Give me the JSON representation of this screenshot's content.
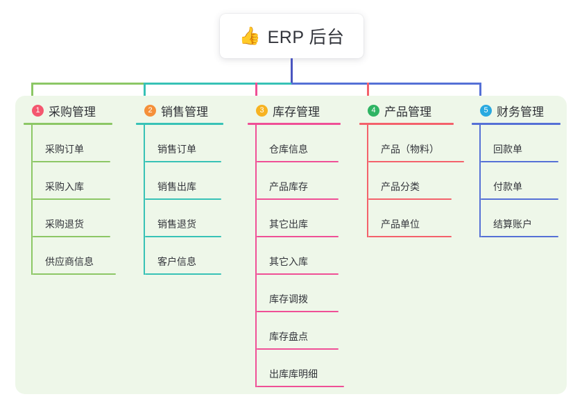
{
  "root": {
    "icon": "thumbs-up-icon",
    "icon_glyph": "👍",
    "title": "ERP 后台"
  },
  "palette": {
    "panel_bg": "#eef7e9",
    "page_bg": "#ffffff",
    "text": "#33353b",
    "trunk": "#4a55c0"
  },
  "columns": [
    {
      "number": "1",
      "title": "采购管理",
      "badge_color": "#f4576f",
      "line_color": "#8cc765",
      "items": [
        "采购订单",
        "采购入库",
        "采购退货",
        "供应商信息"
      ]
    },
    {
      "number": "2",
      "title": "销售管理",
      "badge_color": "#f5903a",
      "line_color": "#37c2b6",
      "items": [
        "销售订单",
        "销售出库",
        "销售退货",
        "客户信息"
      ]
    },
    {
      "number": "3",
      "title": "库存管理",
      "badge_color": "#f7b322",
      "line_color": "#ef4f96",
      "items": [
        "仓库信息",
        "产品库存",
        "其它出库",
        "其它入库",
        "库存调拨",
        "库存盘点",
        "出库库明细"
      ]
    },
    {
      "number": "4",
      "title": "产品管理",
      "badge_color": "#2eb463",
      "line_color": "#f4616b",
      "items": [
        "产品（物料）",
        "产品分类",
        "产品单位"
      ]
    },
    {
      "number": "5",
      "title": "财务管理",
      "badge_color": "#29a9e0",
      "line_color": "#5570d6",
      "items": [
        "回款单",
        "付款单",
        "结算账户"
      ]
    }
  ]
}
